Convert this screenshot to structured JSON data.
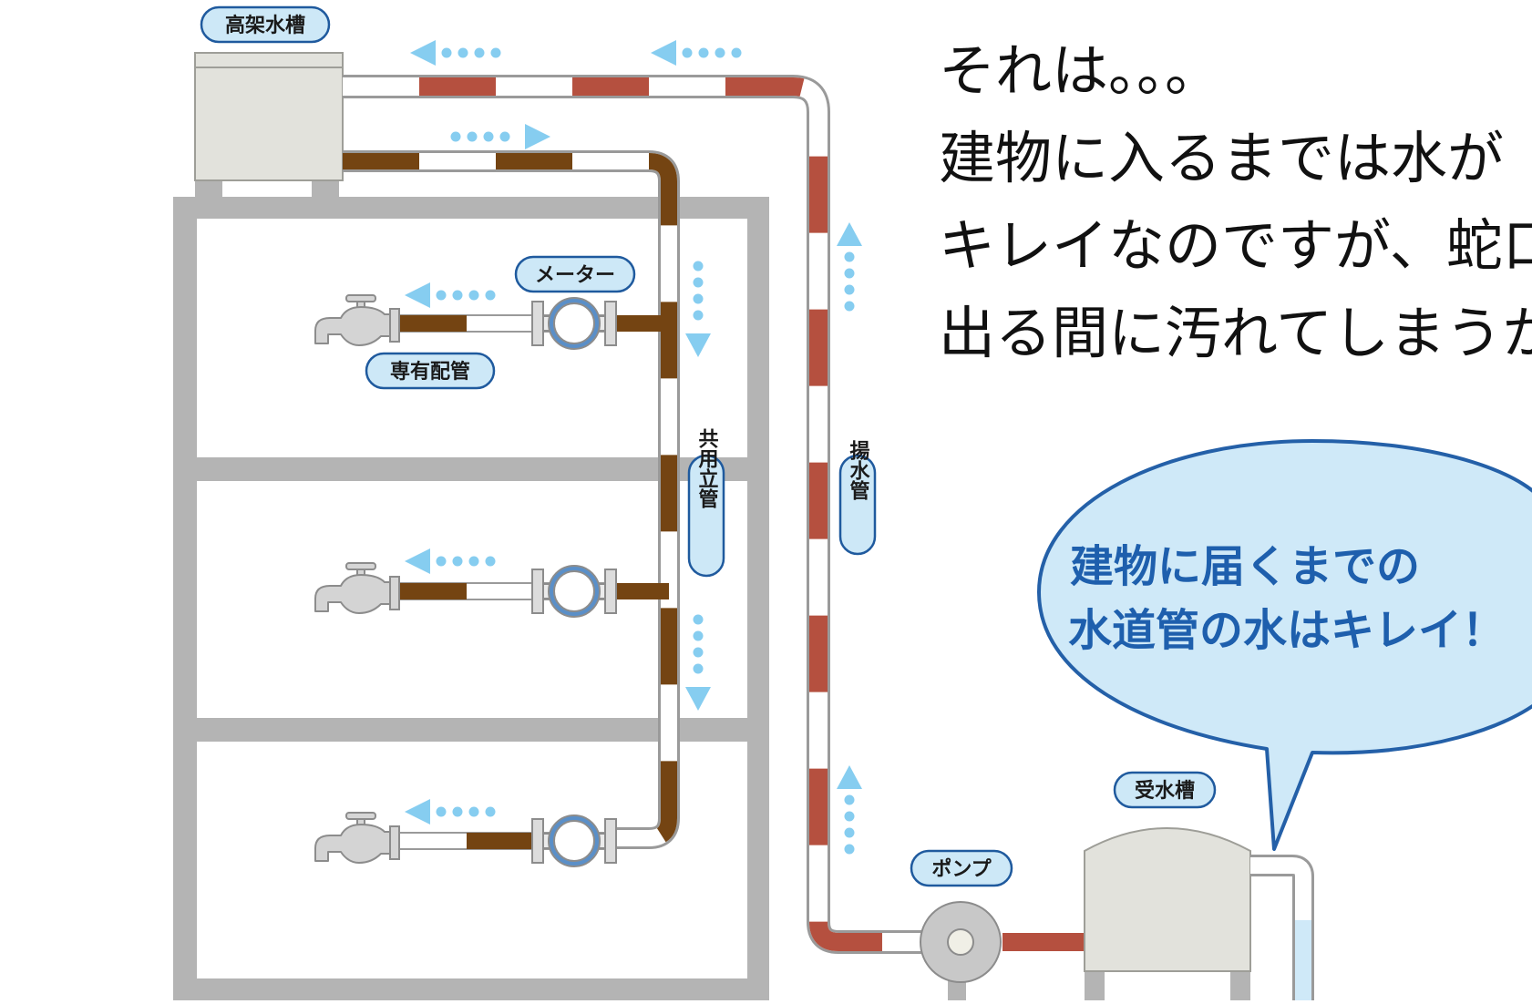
{
  "headline": {
    "lines": [
      "それは。。。",
      "建物に入るまでは水が",
      "キレイなのですが、蛇口",
      "出る間に汚れてしまうか"
    ]
  },
  "labels": {
    "elevated_tank": "高架水槽",
    "meter": "メーター",
    "private_pipe": "専有配管",
    "riser_pipe": "共用立管",
    "pumping_pipe": "揚水管",
    "pump": "ポンプ",
    "receiving_tank": "受水槽"
  },
  "speech_bubble": {
    "line1": "建物に届くまでの",
    "line2": "水道管の水はキレイ！"
  },
  "colors": {
    "pipe_red": "#b5503f",
    "pipe_brown": "#744412",
    "arrow_blue": "#86cdf0",
    "label_fill": "#cde8f7",
    "label_stroke": "#1f5a9e",
    "bubble_fill": "#cfe9f8",
    "bubble_stroke": "#2460a8",
    "building_gray": "#b4b4b4",
    "tank_fill": "#e2e2dc"
  }
}
